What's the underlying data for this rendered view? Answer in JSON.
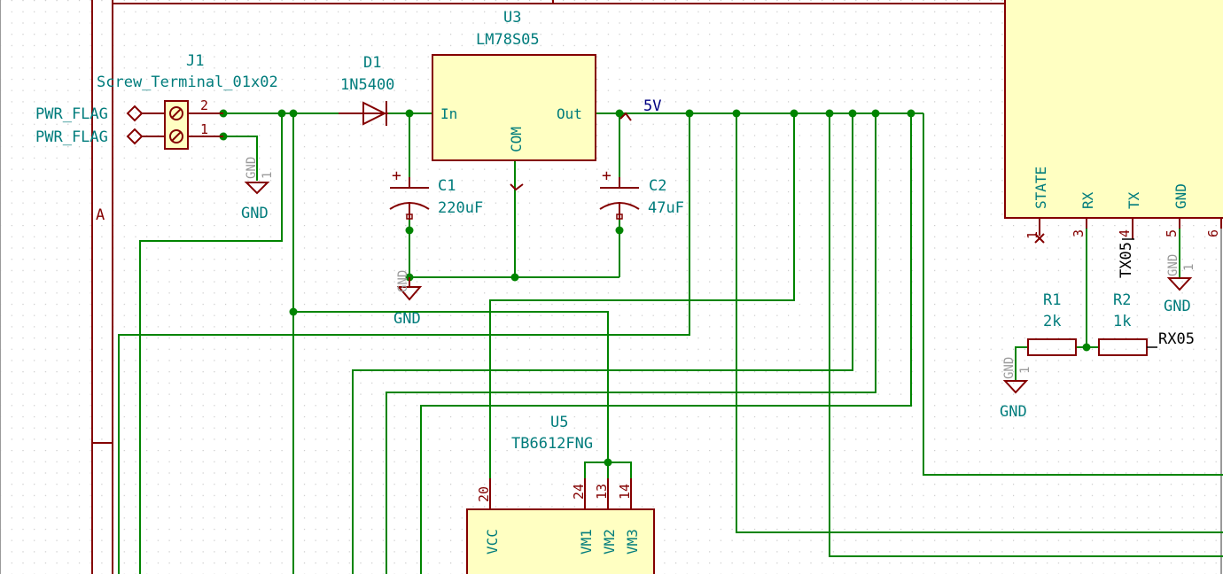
{
  "sheet": {
    "border_letter": "A",
    "colors": {
      "background": "#ffffff",
      "grid": "#c8c8c8",
      "wire": "#008400",
      "component": "#840000",
      "body_fill": "#ffffc2",
      "reference_text": "#007c7c",
      "net_label": "#000080"
    }
  },
  "components": {
    "j1": {
      "ref": "J1",
      "value": "Screw_Terminal_01x02",
      "pins": [
        "2",
        "1"
      ]
    },
    "d1": {
      "ref": "D1",
      "value": "1N5400"
    },
    "u3": {
      "ref": "U3",
      "value": "LM78S05",
      "pin_in": "In",
      "pin_out": "Out",
      "pin_com": "COM"
    },
    "c1": {
      "ref": "C1",
      "value": "220uF",
      "polarity": "+"
    },
    "c2": {
      "ref": "C2",
      "value": "47uF",
      "polarity": "+"
    },
    "u5": {
      "ref": "U5",
      "value": "TB6612FNG",
      "pins": [
        {
          "name": "VCC",
          "number": "20"
        },
        {
          "name": "VM1",
          "number": "24"
        },
        {
          "name": "VM2",
          "number": "13"
        },
        {
          "name": "VM3",
          "number": "14"
        }
      ]
    },
    "r1": {
      "ref": "R1",
      "value": "2k"
    },
    "r2": {
      "ref": "R2",
      "value": "1k"
    },
    "bt_module": {
      "pins": [
        {
          "name": "STATE",
          "number": "1"
        },
        {
          "name": "RX",
          "number": "3"
        },
        {
          "name": "TX",
          "number": "4"
        },
        {
          "name": "GND",
          "number": "5"
        },
        {
          "name": "",
          "number": "6"
        }
      ]
    }
  },
  "power": {
    "pwr_flag_1": "PWR_FLAG",
    "pwr_flag_2": "PWR_FLAG",
    "gnd_1": "GND",
    "gnd_2": "GND",
    "gnd_3": "GND",
    "gnd_4": "GND",
    "gnd_hidden_1": "GND",
    "gnd_hidden_2": "GND",
    "gnd_hidden_3": "GND",
    "gnd_hidden_4": "GND",
    "gnd_hidden_pin": "1"
  },
  "nets": {
    "v5": "5V",
    "tx05": "TX05",
    "rx05": "RX05"
  }
}
